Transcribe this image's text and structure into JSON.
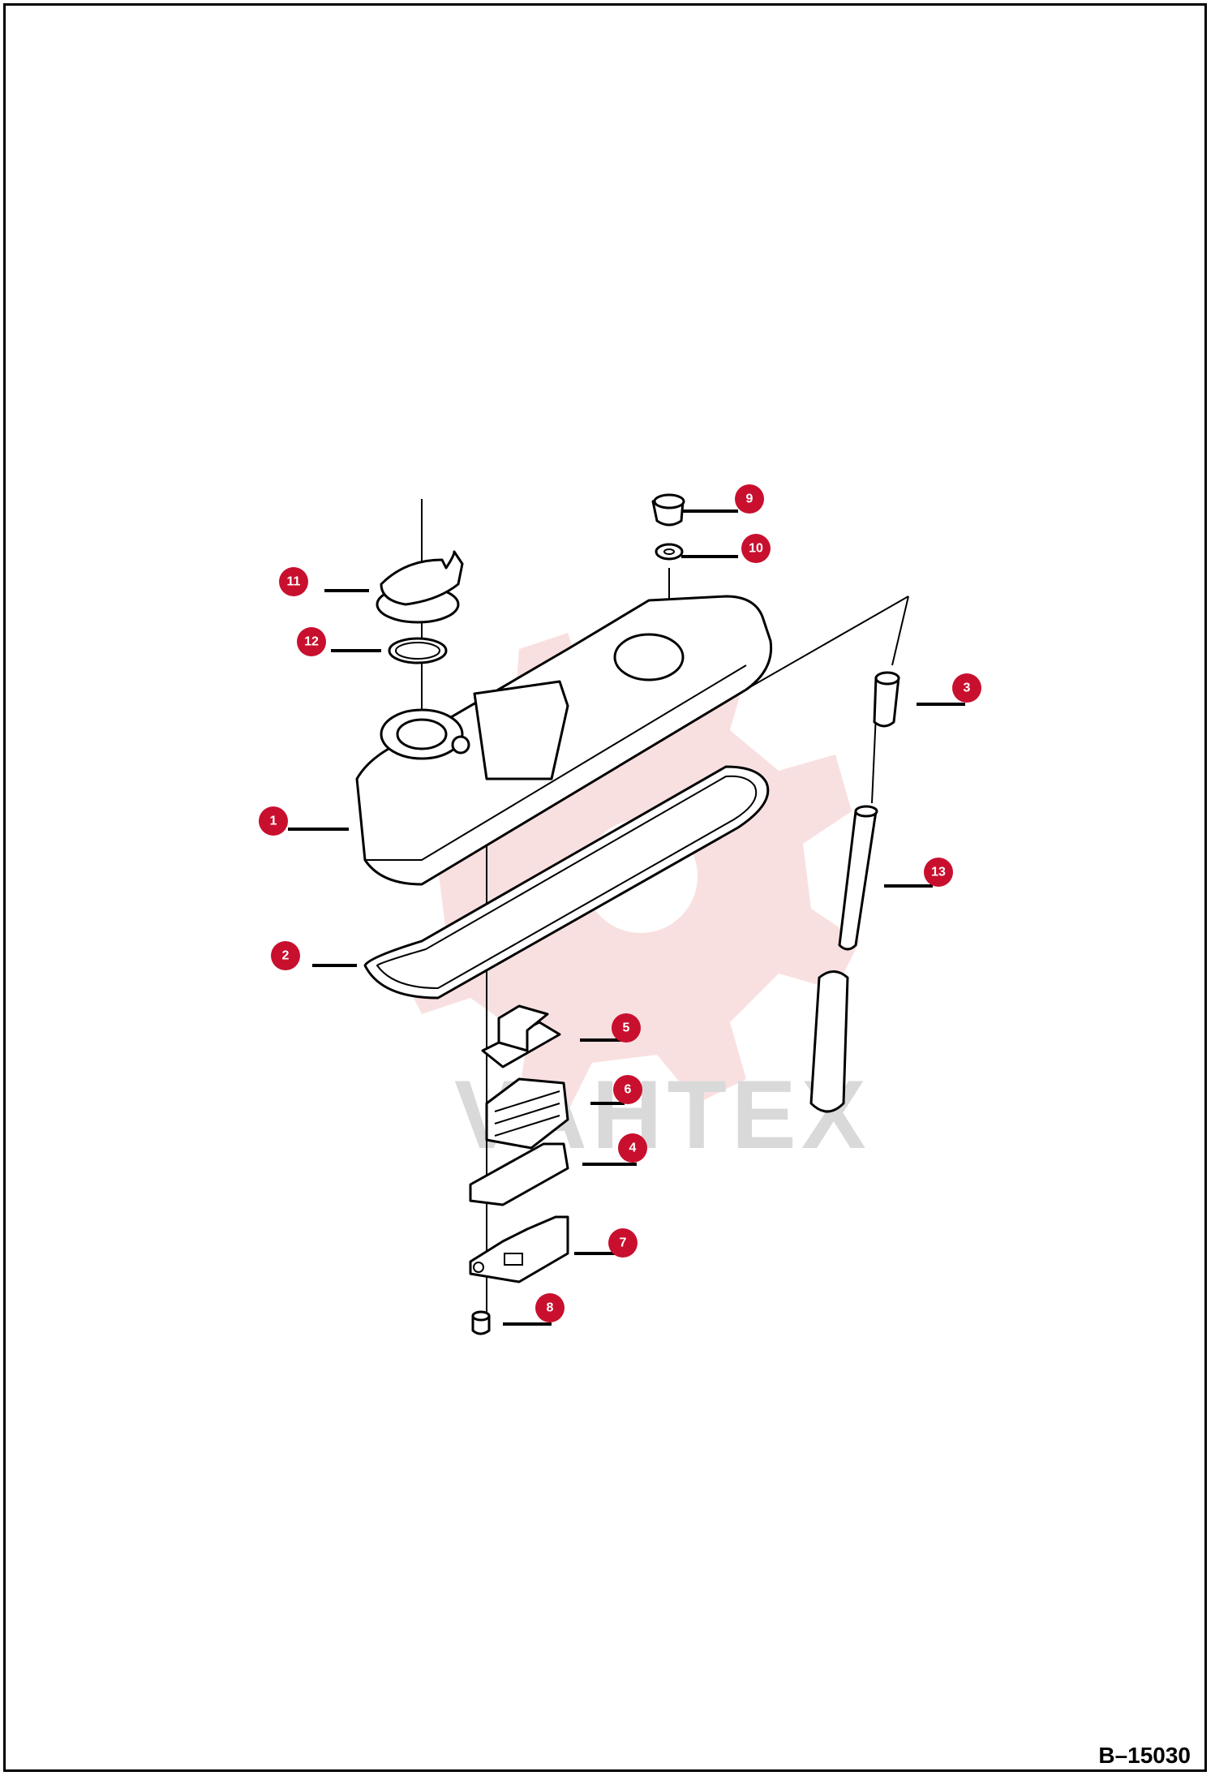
{
  "figure_code": "B–15030",
  "watermark": {
    "text": "VAHTEX",
    "accent_color": "#f4c7c7"
  },
  "badge_color": "#c8102e",
  "callouts": [
    {
      "id": "1",
      "label": "1"
    },
    {
      "id": "2",
      "label": "2"
    },
    {
      "id": "3",
      "label": "3"
    },
    {
      "id": "4",
      "label": "4"
    },
    {
      "id": "5",
      "label": "5"
    },
    {
      "id": "6",
      "label": "6"
    },
    {
      "id": "7",
      "label": "7"
    },
    {
      "id": "8",
      "label": "8"
    },
    {
      "id": "9",
      "label": "9"
    },
    {
      "id": "10",
      "label": "10"
    },
    {
      "id": "11",
      "label": "11"
    },
    {
      "id": "12",
      "label": "12"
    },
    {
      "id": "13",
      "label": "13"
    }
  ]
}
